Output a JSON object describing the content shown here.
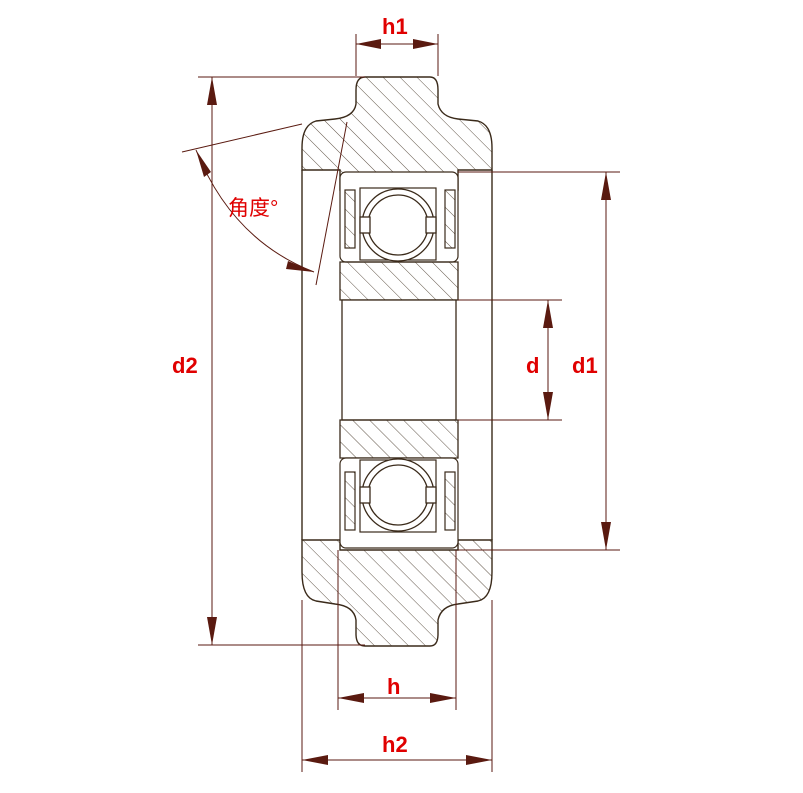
{
  "labels": {
    "h1": "h1",
    "h": "h",
    "h2": "h2",
    "d": "d",
    "d1": "d1",
    "d2": "d2",
    "angle": "角度°"
  },
  "colors": {
    "outline": "#3a2a1a",
    "dimension": "#5a1a10",
    "label": "#e00000",
    "background": "#ffffff"
  }
}
